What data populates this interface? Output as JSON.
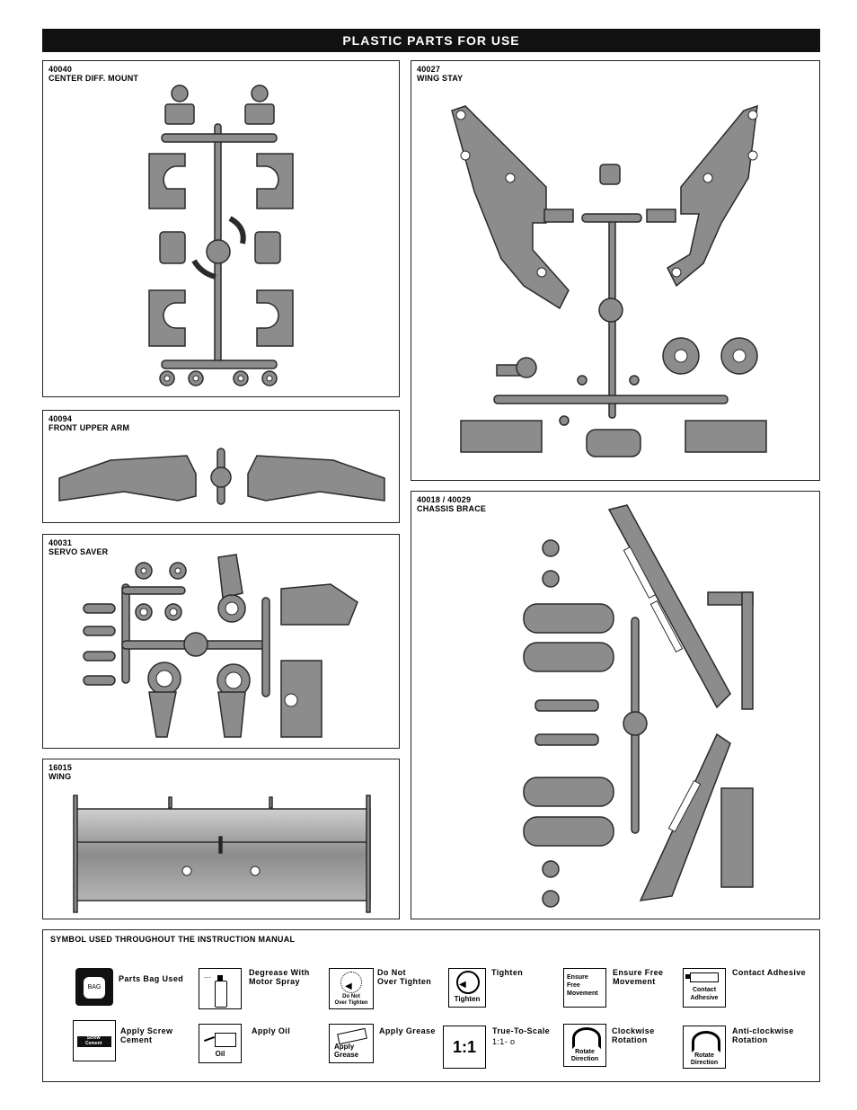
{
  "header": {
    "title": "PLASTIC PARTS FOR USE"
  },
  "panels": {
    "center_diff": {
      "code": "40040",
      "name": "CENTER DIFF. MOUNT"
    },
    "wing_stay": {
      "code": "40027",
      "name": "WING STAY"
    },
    "front_upper_arm": {
      "code": "40094",
      "name": "FRONT UPPER ARM"
    },
    "chassis_brace": {
      "code": "40018 / 40029",
      "name": "CHASSIS BRACE"
    },
    "servo_saver": {
      "code": "40031",
      "name": "SERVO SAVER"
    },
    "wing": {
      "code": "16015",
      "name": "WING"
    }
  },
  "symbols": {
    "title": "SYMBOL USED THROUGHOUT THE INSTRUCTION MANUAL",
    "bag": {
      "label": "Parts Bag Used",
      "icon_text": "BAG",
      "icon": "parts-bag-icon"
    },
    "degrease": {
      "label": "Degrease With\nMotor Spray",
      "icon": "motor-spray-icon"
    },
    "no_tighten": {
      "label": "Do Not\nOver Tighten",
      "icon_text": "Do Not\nOver Tighten",
      "icon": "do-not-over-tighten-icon"
    },
    "tighten": {
      "label": "Tighten",
      "icon_text": "Tighten",
      "icon": "tighten-icon"
    },
    "free_move": {
      "label": "Ensure Free\nMovement",
      "icon_text": "Ensure\nFree\nMovement",
      "icon": "free-movement-icon"
    },
    "contact_adhesive": {
      "label": "Contact  Adhesive",
      "icon_text": "Contact\nAdhesive",
      "icon": "contact-adhesive-icon"
    },
    "screw_cement": {
      "label": "Apply Screw\nCement",
      "icon_text": "Screw\nCement",
      "icon": "screw-cement-icon"
    },
    "oil": {
      "label": "Apply Oil",
      "icon_text": "Oil",
      "icon": "oil-can-icon"
    },
    "grease": {
      "label": "Apply Grease",
      "icon_text": "Apply\nGrease",
      "icon": "grease-tube-icon"
    },
    "scale": {
      "label": "True-To-Scale",
      "sub": "1:1- o",
      "icon_text": "1:1",
      "icon": "true-to-scale-icon"
    },
    "clockwise": {
      "label": "Clockwise\nRotation",
      "icon_text": "Rotate\nDirection",
      "icon": "clockwise-rotation-icon"
    },
    "anticlockwise": {
      "label": "Anti-clockwise\nRotation",
      "icon_text": "Rotate\nDirection",
      "icon": "anticlockwise-rotation-icon"
    }
  },
  "colors": {
    "part_fill": "#8c8c8c",
    "part_stroke": "#2a2a2a",
    "banner": "#111111"
  }
}
